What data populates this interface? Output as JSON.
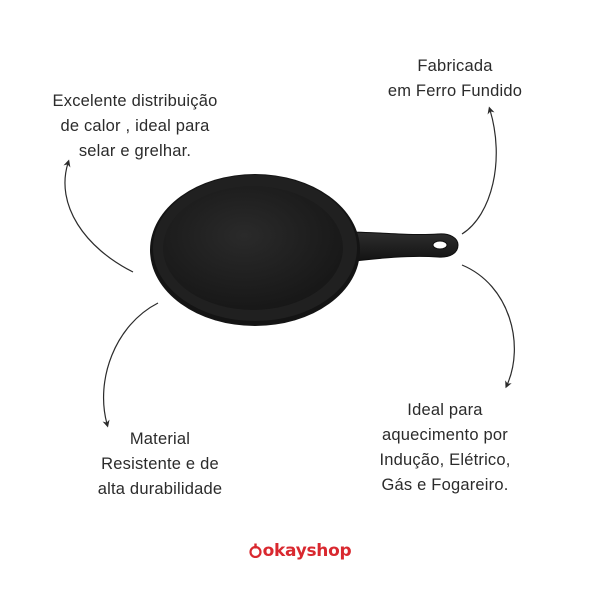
{
  "callouts": {
    "top_left": [
      "Excelente distribuição",
      "de calor , ideal para",
      "selar e grelhar."
    ],
    "top_right": [
      "Fabricada",
      "em Ferro Fundido"
    ],
    "bottom_left": [
      "Material",
      "Resistente e de",
      "alta durabilidade"
    ],
    "bottom_right": [
      "Ideal para",
      "aquecimento por",
      "Indução, Elétrico,",
      "Gás e Fogareiro."
    ]
  },
  "brand": {
    "logo_text": "okayshop",
    "color": "#d9282f"
  },
  "product": {
    "icon": "cast-iron-oval-griddle-pan",
    "color": "#1c1c1c"
  }
}
